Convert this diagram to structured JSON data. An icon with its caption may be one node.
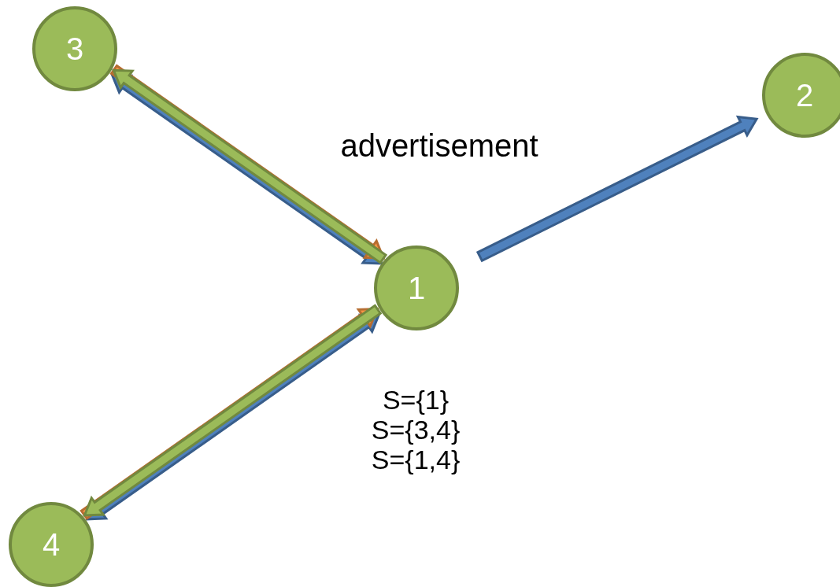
{
  "diagram": {
    "nodes": [
      {
        "text": [
          "1"
        ]
      },
      {
        "text": [
          "2"
        ]
      },
      {
        "text": [
          "3"
        ]
      },
      {
        "text": [
          "4"
        ]
      }
    ],
    "edges": [
      {
        "from": 0,
        "to": 1,
        "arrow": "to"
      },
      {
        "from": 2,
        "to": 0,
        "arrow": "both"
      },
      {
        "from": 2,
        "to": 0,
        "arrow": "to",
        "color": "#f79646"
      },
      {
        "from": 0,
        "to": 2,
        "arrow": "to",
        "color": "#9bbb59"
      },
      {
        "from": 3,
        "to": 0,
        "arrow": "both"
      },
      {
        "from": 3,
        "to": 0,
        "arrow": "to",
        "color": "#f79646"
      },
      {
        "from": 0,
        "to": 3,
        "arrow": "to",
        "color": "#9bbb59"
      }
    ],
    "labels": [
      "advertisement",
      "S={1}",
      "S={3,4}",
      "S={1,4}"
    ]
  }
}
